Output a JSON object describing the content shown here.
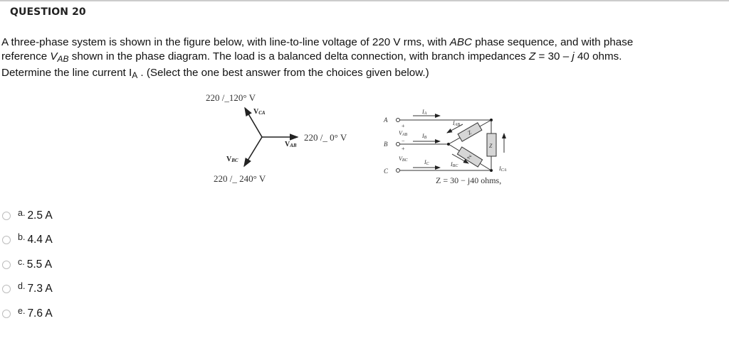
{
  "question": {
    "title": "QUESTION 20",
    "text": {
      "line1_part1": "A three-phase system is shown in the figure below, with line-to-line voltage of 220 V rms, with ",
      "line1_italic": "ABC",
      "line1_part2": " phase sequence, and with phase",
      "line2_part1": "reference ",
      "line2_v": "V",
      "line2_sub": "AB",
      "line2_part2": " shown in the phase diagram. The load is a balanced delta connection, with branch impedances ",
      "line2_z": "Z",
      "line2_part3": " = 30 – ",
      "line2_j": "j",
      "line2_part4": " 40 ohms.",
      "line3_part1": "Determine the line current I",
      "line3_sub": "A",
      "line3_part2": " .  (Select the one best answer from the choices given below.)"
    }
  },
  "figure": {
    "phasor": {
      "vca_value": "220 /_120° V",
      "vca_label": "V",
      "vca_sub": "CA",
      "vab_value": "220 /_ 0° V",
      "vab_label": "V",
      "vab_sub": "AB",
      "vbc_value": "220 /_ 240° V",
      "vbc_label": "V",
      "vbc_sub": "BC"
    },
    "circuit": {
      "node_a": "A",
      "node_b": "B",
      "node_c": "C",
      "i_a": "I",
      "i_a_sub": "A",
      "i_b": "I",
      "i_b_sub": "B",
      "i_c": "I",
      "i_c_sub": "C",
      "i_ab": "I",
      "i_ab_sub": "AB",
      "i_bc": "I",
      "i_bc_sub": "BC",
      "i_ca": "I",
      "i_ca_sub": "CA",
      "v_ab": "V",
      "v_ab_sub": "AB",
      "v_bc": "V",
      "v_bc_sub": "BC",
      "z_label": "Z",
      "caption": "Z = 30 − j40 ohms,"
    }
  },
  "choices": [
    {
      "letter": "a.",
      "value": "2.5 A"
    },
    {
      "letter": "b.",
      "value": "4.4 A"
    },
    {
      "letter": "c.",
      "value": "5.5 A"
    },
    {
      "letter": "d.",
      "value": "7.3 A"
    },
    {
      "letter": "e.",
      "value": "7.6 A"
    }
  ]
}
